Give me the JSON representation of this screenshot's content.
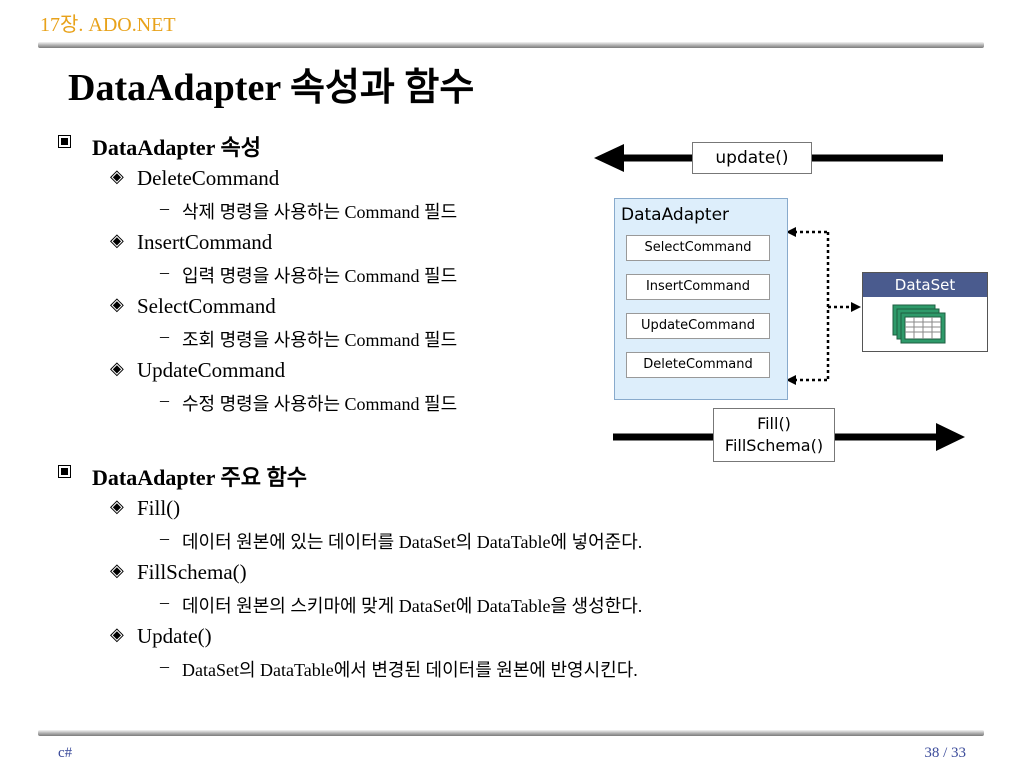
{
  "header": {
    "chapter": "17장. ADO.NET"
  },
  "title": "DataAdapter 속성과 함수",
  "sections": [
    {
      "heading": "DataAdapter 속성",
      "items": [
        {
          "label": "DeleteCommand",
          "desc": "삭제 명령을 사용하는 Command 필드"
        },
        {
          "label": "InsertCommand",
          "desc": "입력 명령을 사용하는 Command 필드"
        },
        {
          "label": "SelectCommand",
          "desc": "조회 명령을 사용하는 Command 필드"
        },
        {
          "label": "UpdateCommand",
          "desc": "수정 명령을 사용하는 Command 필드"
        }
      ]
    },
    {
      "heading": "DataAdapter 주요 함수",
      "items": [
        {
          "label": "Fill()",
          "desc": "데이터 원본에 있는 데이터를 DataSet의 DataTable에 넣어준다."
        },
        {
          "label": "FillSchema()",
          "desc": "데이터 원본의 스키마에 맞게 DataSet에 DataTable을 생성한다."
        },
        {
          "label": "Update()",
          "desc": "DataSet의 DataTable에서 변경된 데이터를 원본에 반영시킨다."
        }
      ]
    }
  ],
  "diagram": {
    "update_label": "update()",
    "adapter_title": "DataAdapter",
    "commands": [
      "SelectCommand",
      "InsertCommand",
      "UpdateCommand",
      "DeleteCommand"
    ],
    "dataset_label": "DataSet",
    "fill_label_1": "Fill()",
    "fill_label_2": "FillSchema()",
    "colors": {
      "adapter_bg": "#ddeefb",
      "dataset_header": "#4a5b8e",
      "grid_green": "#2e9a6a"
    }
  },
  "footer": {
    "left": "c#",
    "page": "38 / 33"
  }
}
